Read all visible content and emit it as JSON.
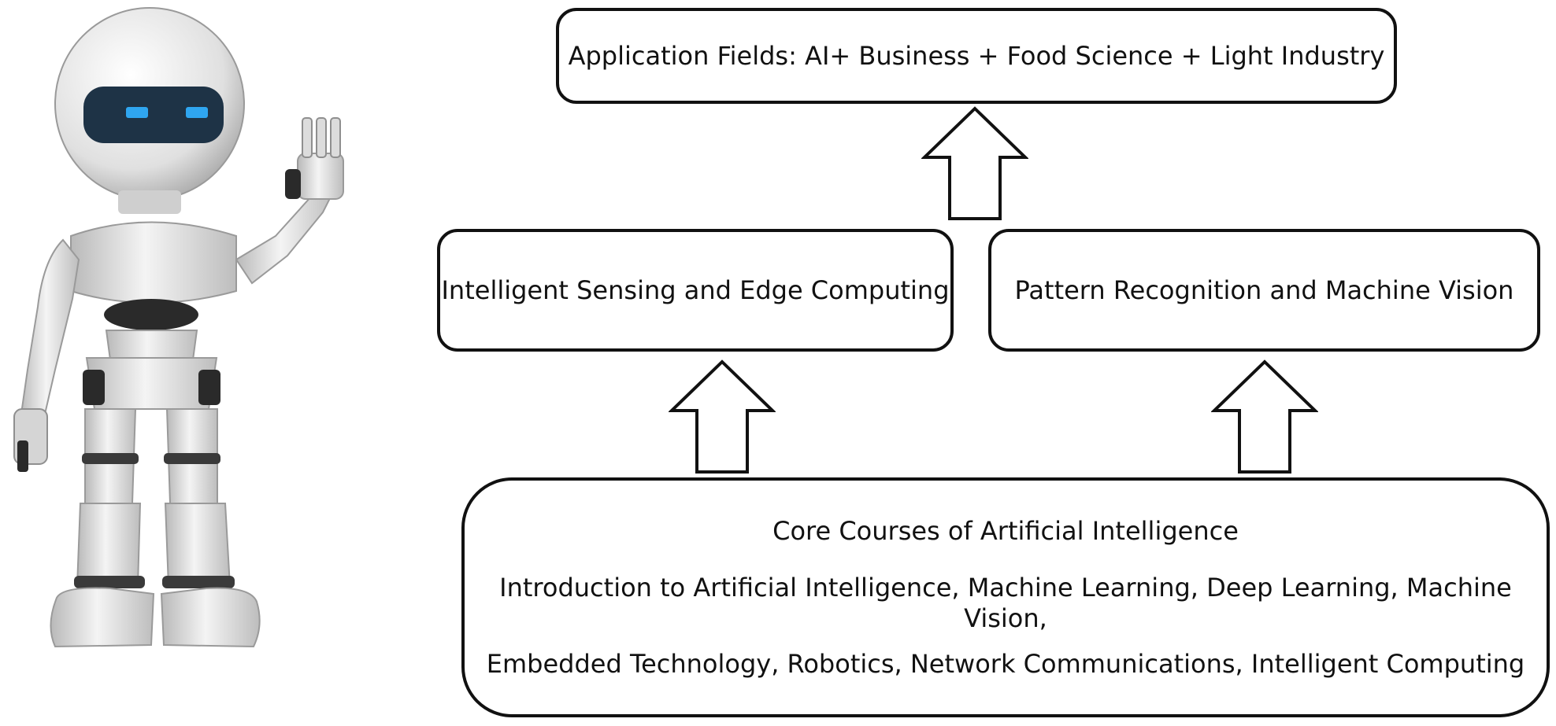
{
  "diagram": {
    "application_fields": "Application Fields: AI+ Business + Food Science + Light Industry",
    "intelligent_sensing": "Intelligent Sensing and Edge Computing",
    "pattern_recognition": "Pattern Recognition and Machine Vision",
    "core_courses": {
      "title": "Core Courses of Artificial Intelligence",
      "line_1": "Introduction to Artificial Intelligence, Machine Learning, Deep Learning, Machine Vision,",
      "line_2": "Embedded Technology, Robotics, Network Communications, Intelligent Computing"
    }
  },
  "colors": {
    "stroke": "#111111",
    "robot_visor": "#1e3346",
    "robot_eyes": "#2fa6f0",
    "robot_body": "#e6e6e6",
    "robot_shadow": "#b5b5b5",
    "robot_dark": "#2a2a2a"
  },
  "icons": {
    "robot": "waving-robot-illustration",
    "arrow": "hollow-up-arrow"
  }
}
